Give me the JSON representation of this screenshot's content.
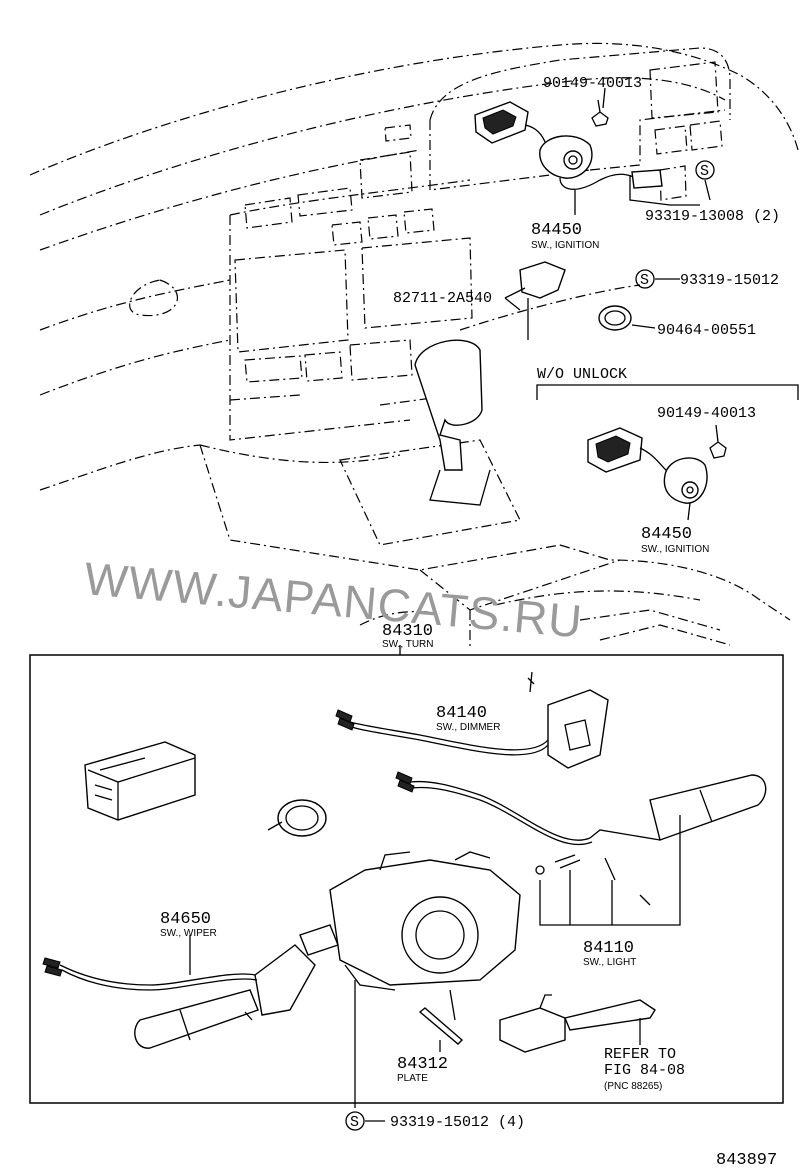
{
  "labels": {
    "bolt_90149_a": "90149-40013",
    "ignition_sw_a": {
      "code": "84450",
      "desc": "SW., IGNITION"
    },
    "screw_93319_13008": "93319-13008 (2)",
    "screw_93319_15012": "93319-15012",
    "bracket_82711": "82711-2A540",
    "clamp_90464": "90464-00551",
    "wo_unlock": "W/O UNLOCK",
    "bolt_90149_b": "90149-40013",
    "ignition_sw_b": {
      "code": "84450",
      "desc": "SW., IGNITION"
    },
    "turn_sw": {
      "code": "84310",
      "desc": "SW., TURN"
    },
    "dimmer_sw": {
      "code": "84140",
      "desc": "SW., DIMMER"
    },
    "wiper_sw": {
      "code": "84650",
      "desc": "SW., WIPER"
    },
    "light_sw": {
      "code": "84110",
      "desc": "SW., LIGHT"
    },
    "plate": {
      "code": "84312",
      "desc": "PLATE"
    },
    "refer": {
      "line1": "REFER TO",
      "line2": "FIG 84-08",
      "line3": "(PNC 88265)"
    },
    "screw_bottom": "93319-15012 (4)",
    "s_marker": "S"
  },
  "watermark": "WWW.JAPANCATS.RU",
  "diagram_id": "843897",
  "colors": {
    "ink": "#000000",
    "watermark": "#9a9a9a",
    "background": "#ffffff"
  }
}
